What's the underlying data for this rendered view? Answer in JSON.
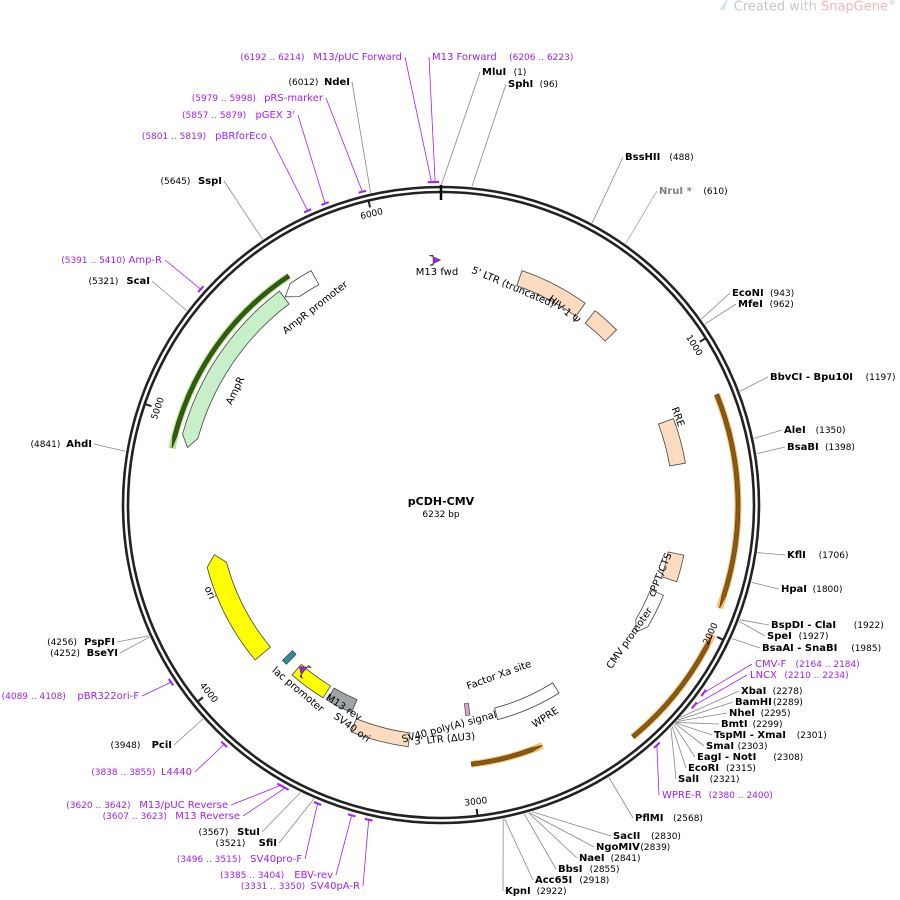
{
  "header": {
    "created_with": "Created with",
    "brand": "SnapGene",
    "reg": "®"
  },
  "plasmid": {
    "name": "pCDH-CMV",
    "size_label": "6232 bp",
    "length": 6232
  },
  "colors": {
    "backbone": "#222222",
    "enzyme_label": "#000000",
    "enzyme_noncut": "#808080",
    "primer": "#a020f0",
    "ampr_fill": "#c8f0c8",
    "ori_fill": "#ffff00",
    "ltr_fill": "#fbdcc0",
    "misc_fill": "#ffffff",
    "ltr3_fill": "#a0a4a8",
    "highlight_orange": "#f5c07a",
    "highlight_green": "#b8e08a"
  },
  "ticks": [
    {
      "label": "1000",
      "position": 1000
    },
    {
      "label": "2000",
      "position": 2000
    },
    {
      "label": "3000",
      "position": 3000
    },
    {
      "label": "4000",
      "position": 4000
    },
    {
      "label": "5000",
      "position": 5000
    },
    {
      "label": "6000",
      "position": 6000
    }
  ],
  "enzymes": [
    {
      "name": "MluI",
      "coord": "(1)",
      "pos": 1
    },
    {
      "name": "SphI",
      "coord": "(96)",
      "pos": 96
    },
    {
      "name": "BssHII",
      "coord": "(488)",
      "pos": 488
    },
    {
      "name": "NruI *",
      "coord": "(610)",
      "pos": 610,
      "muted": true
    },
    {
      "name": "EcoNI",
      "coord": "(943)",
      "pos": 943
    },
    {
      "name": "MfeI",
      "coord": "(962)",
      "pos": 962
    },
    {
      "name": "BbvCI - Bpu10I",
      "coord": "(1197)",
      "pos": 1197
    },
    {
      "name": "AleI",
      "coord": "(1350)",
      "pos": 1350
    },
    {
      "name": "BsaBI",
      "coord": "(1398)",
      "pos": 1398
    },
    {
      "name": "KflI",
      "coord": "(1706)",
      "pos": 1706
    },
    {
      "name": "HpaI",
      "coord": "(1800)",
      "pos": 1800
    },
    {
      "name": "BspDI - ClaI",
      "coord": "(1922)",
      "pos": 1922
    },
    {
      "name": "SpeI",
      "coord": "(1927)",
      "pos": 1927
    },
    {
      "name": "BsaAI - SnaBI",
      "coord": "(1985)",
      "pos": 1985
    },
    {
      "name": "XbaI",
      "coord": "(2278)",
      "pos": 2278
    },
    {
      "name": "BamHI",
      "coord": "(2289)",
      "pos": 2289
    },
    {
      "name": "NheI",
      "coord": "(2295)",
      "pos": 2295
    },
    {
      "name": "BmtI",
      "coord": "(2299)",
      "pos": 2299
    },
    {
      "name": "TspMI - XmaI",
      "coord": "(2301)",
      "pos": 2301
    },
    {
      "name": "SmaI",
      "coord": "(2303)",
      "pos": 2303
    },
    {
      "name": "EagI - NotI",
      "coord": "(2308)",
      "pos": 2308
    },
    {
      "name": "EcoRI",
      "coord": "(2315)",
      "pos": 2315
    },
    {
      "name": "SalI",
      "coord": "(2321)",
      "pos": 2321
    },
    {
      "name": "PflMI",
      "coord": "(2568)",
      "pos": 2568
    },
    {
      "name": "SacII",
      "coord": "(2830)",
      "pos": 2830
    },
    {
      "name": "NgoMIV",
      "coord": "(2839)",
      "pos": 2839
    },
    {
      "name": "NaeI",
      "coord": "(2841)",
      "pos": 2841
    },
    {
      "name": "BbsI",
      "coord": "(2855)",
      "pos": 2855
    },
    {
      "name": "Acc65I",
      "coord": "(2918)",
      "pos": 2918
    },
    {
      "name": "KpnI",
      "coord": "(2922)",
      "pos": 2922
    },
    {
      "name": "PciI",
      "coord": "(3948)",
      "pos": 3948
    },
    {
      "name": "StuI",
      "coord": "(3567)",
      "pos": 3567
    },
    {
      "name": "SfiI",
      "coord": "(3521)",
      "pos": 3521
    },
    {
      "name": "PspFI",
      "coord": "(4256)",
      "pos": 4256
    },
    {
      "name": "BseYI",
      "coord": "(4252)",
      "pos": 4252
    },
    {
      "name": "AhdI",
      "coord": "(4841)",
      "pos": 4841
    },
    {
      "name": "ScaI",
      "coord": "(5321)",
      "pos": 5321
    },
    {
      "name": "SspI",
      "coord": "(5645)",
      "pos": 5645
    },
    {
      "name": "NdeI",
      "coord": "(6012)",
      "pos": 6012
    }
  ],
  "primers": [
    {
      "name": "M13/pUC Forward",
      "coord": "(6192 .. 6214)",
      "pos": 6203
    },
    {
      "name": "M13 Forward",
      "coord": "(6206 .. 6223)",
      "pos": 6214
    },
    {
      "name": "pRS-marker",
      "coord": "(5979 .. 5998)",
      "pos": 5988
    },
    {
      "name": "pGEX 3'",
      "coord": "(5857 .. 5879)",
      "pos": 5868
    },
    {
      "name": "pBRforEco",
      "coord": "(5801 .. 5819)",
      "pos": 5810
    },
    {
      "name": "Amp-R",
      "coord": "(5391 .. 5410)",
      "pos": 5400
    },
    {
      "name": "CMV-F",
      "coord": "(2164 .. 2184)",
      "pos": 2174
    },
    {
      "name": "LNCX",
      "coord": "(2210 .. 2234)",
      "pos": 2222
    },
    {
      "name": "WPRE-R",
      "coord": "(2380 .. 2400)",
      "pos": 2390
    },
    {
      "name": "pBR322ori-F",
      "coord": "(4089 .. 4108)",
      "pos": 4098
    },
    {
      "name": "L4440",
      "coord": "(3838 .. 3855)",
      "pos": 3846
    },
    {
      "name": "M13/pUC Reverse",
      "coord": "(3620 .. 3642)",
      "pos": 3631
    },
    {
      "name": "M13 Reverse",
      "coord": "(3607 .. 3623)",
      "pos": 3615
    },
    {
      "name": "SV40pro-F",
      "coord": "(3496 .. 3515)",
      "pos": 3505
    },
    {
      "name": "EBV-rev",
      "coord": "(3385 .. 3404)",
      "pos": 3394
    },
    {
      "name": "SV40pA-R",
      "coord": "(3331 .. 3350)",
      "pos": 3340
    }
  ],
  "features": [
    {
      "name": "M13 fwd",
      "type": "primer_bind"
    },
    {
      "name": "5' LTR (truncated)",
      "type": "ltr"
    },
    {
      "name": "HIV-1 Ψ",
      "type": "ltr"
    },
    {
      "name": "RRE",
      "type": "ltr"
    },
    {
      "name": "cPPT/CTS",
      "type": "ltr"
    },
    {
      "name": "CMV promoter",
      "type": "promoter"
    },
    {
      "name": "Factor Xa site",
      "type": "site"
    },
    {
      "name": "WPRE",
      "type": "misc"
    },
    {
      "name": "SV40 poly(A) signal",
      "type": "terminator"
    },
    {
      "name": "3' LTR (ΔU3)",
      "type": "ltr"
    },
    {
      "name": "SV40 ori",
      "type": "ori"
    },
    {
      "name": "M13 rev",
      "type": "primer_bind"
    },
    {
      "name": "lac promoter",
      "type": "promoter"
    },
    {
      "name": "ori",
      "type": "ori"
    },
    {
      "name": "AmpR",
      "type": "cds"
    },
    {
      "name": "AmpR promoter",
      "type": "promoter"
    }
  ]
}
